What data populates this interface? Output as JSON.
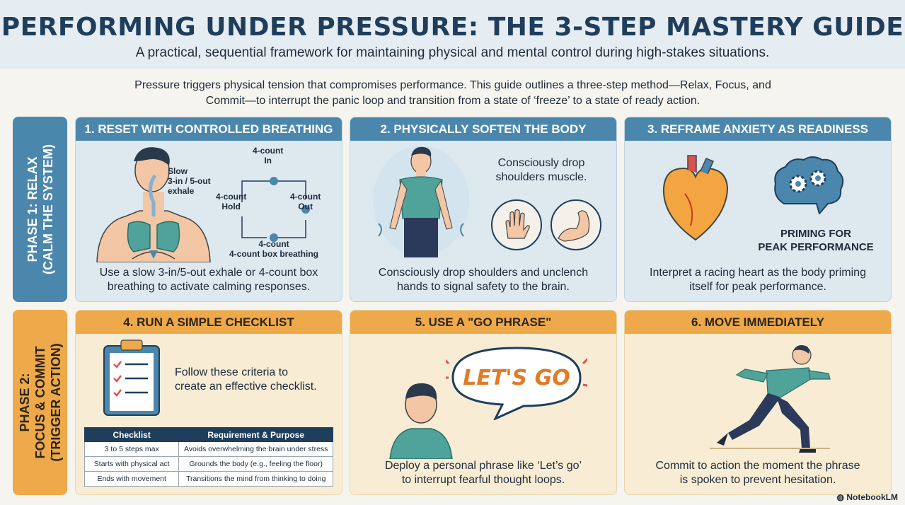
{
  "header": {
    "title": "PERFORMING UNDER PRESSURE: THE 3-STEP MASTERY GUIDE",
    "subtitle": "A practical, sequential framework for maintaining physical and mental control during high-stakes situations."
  },
  "intro": {
    "line1": "Pressure triggers physical tension that compromises performance. This guide outlines a three-step method—Relax, Focus, and",
    "line2": "Commit—to interrupt the panic loop and transition from a state of ‘freeze’ to a state of ready action."
  },
  "phases": [
    {
      "line1": "PHASE 1: RELAX",
      "line2": "(CALM THE SYSTEM)"
    },
    {
      "line1": "PHASE 2:",
      "line2": "FOCUS & COMMIT",
      "line3": "(TRIGGER ACTION)"
    }
  ],
  "cards": [
    {
      "title": "1. RESET WITH CONTROLLED BREATHING",
      "caption_l1": "Use a slow 3-in/5-out exhale or 4-count box",
      "caption_l2": "breathing to activate calming responses.",
      "labels": {
        "slow": "Slow",
        "ratio": "3-in / 5-out",
        "exhale": "exhale",
        "in_count": "4-count",
        "in": "In",
        "out_count": "4-count",
        "out": "Out",
        "hold_count": "4-count",
        "hold": "Hold",
        "bottom_count": "4-count",
        "box": "4-count box breathing"
      }
    },
    {
      "title": "2. PHYSICALLY SOFTEN THE BODY",
      "caption_l1": "Consciously drop shoulders and unclench",
      "caption_l2": "hands to signal safety to the brain.",
      "note_l1": "Consciously drop",
      "note_l2": "shoulders muscle."
    },
    {
      "title": "3. REFRAME ANXIETY AS READINESS",
      "caption_l1": "Interpret a racing heart as the body priming",
      "caption_l2": "itself for peak performance.",
      "label_l1": "PRIMING FOR",
      "label_l2": "PEAK PERFORMANCE"
    },
    {
      "title": "4. RUN A SIMPLE CHECKLIST",
      "note_l1": "Follow these criteria to",
      "note_l2": "create an effective checklist.",
      "table": {
        "headers": [
          "Checklist",
          "Requirement & Purpose"
        ],
        "rows": [
          [
            "3 to 5 steps max",
            "Avoids overwhelming the brain under stress"
          ],
          [
            "Starts with physical act",
            "Grounds the body (e.g., feeling the floor)"
          ],
          [
            "Ends with movement",
            "Transitions the mind from thinking to doing"
          ]
        ]
      }
    },
    {
      "title": "5. USE A \"GO PHRASE\"",
      "bubble": "LET'S GO",
      "caption_l1": "Deploy a personal phrase like ‘Let’s go’",
      "caption_l2": "to interrupt fearful thought loops."
    },
    {
      "title": "6. MOVE IMMEDIATELY",
      "caption_l1": "Commit to action the moment the phrase",
      "caption_l2": "is spoken to prevent hesitation."
    }
  ],
  "brand": "NotebookLM",
  "colors": {
    "phase1": "#4b87ad",
    "phase2": "#eda94a",
    "title": "#1f3e5c"
  }
}
